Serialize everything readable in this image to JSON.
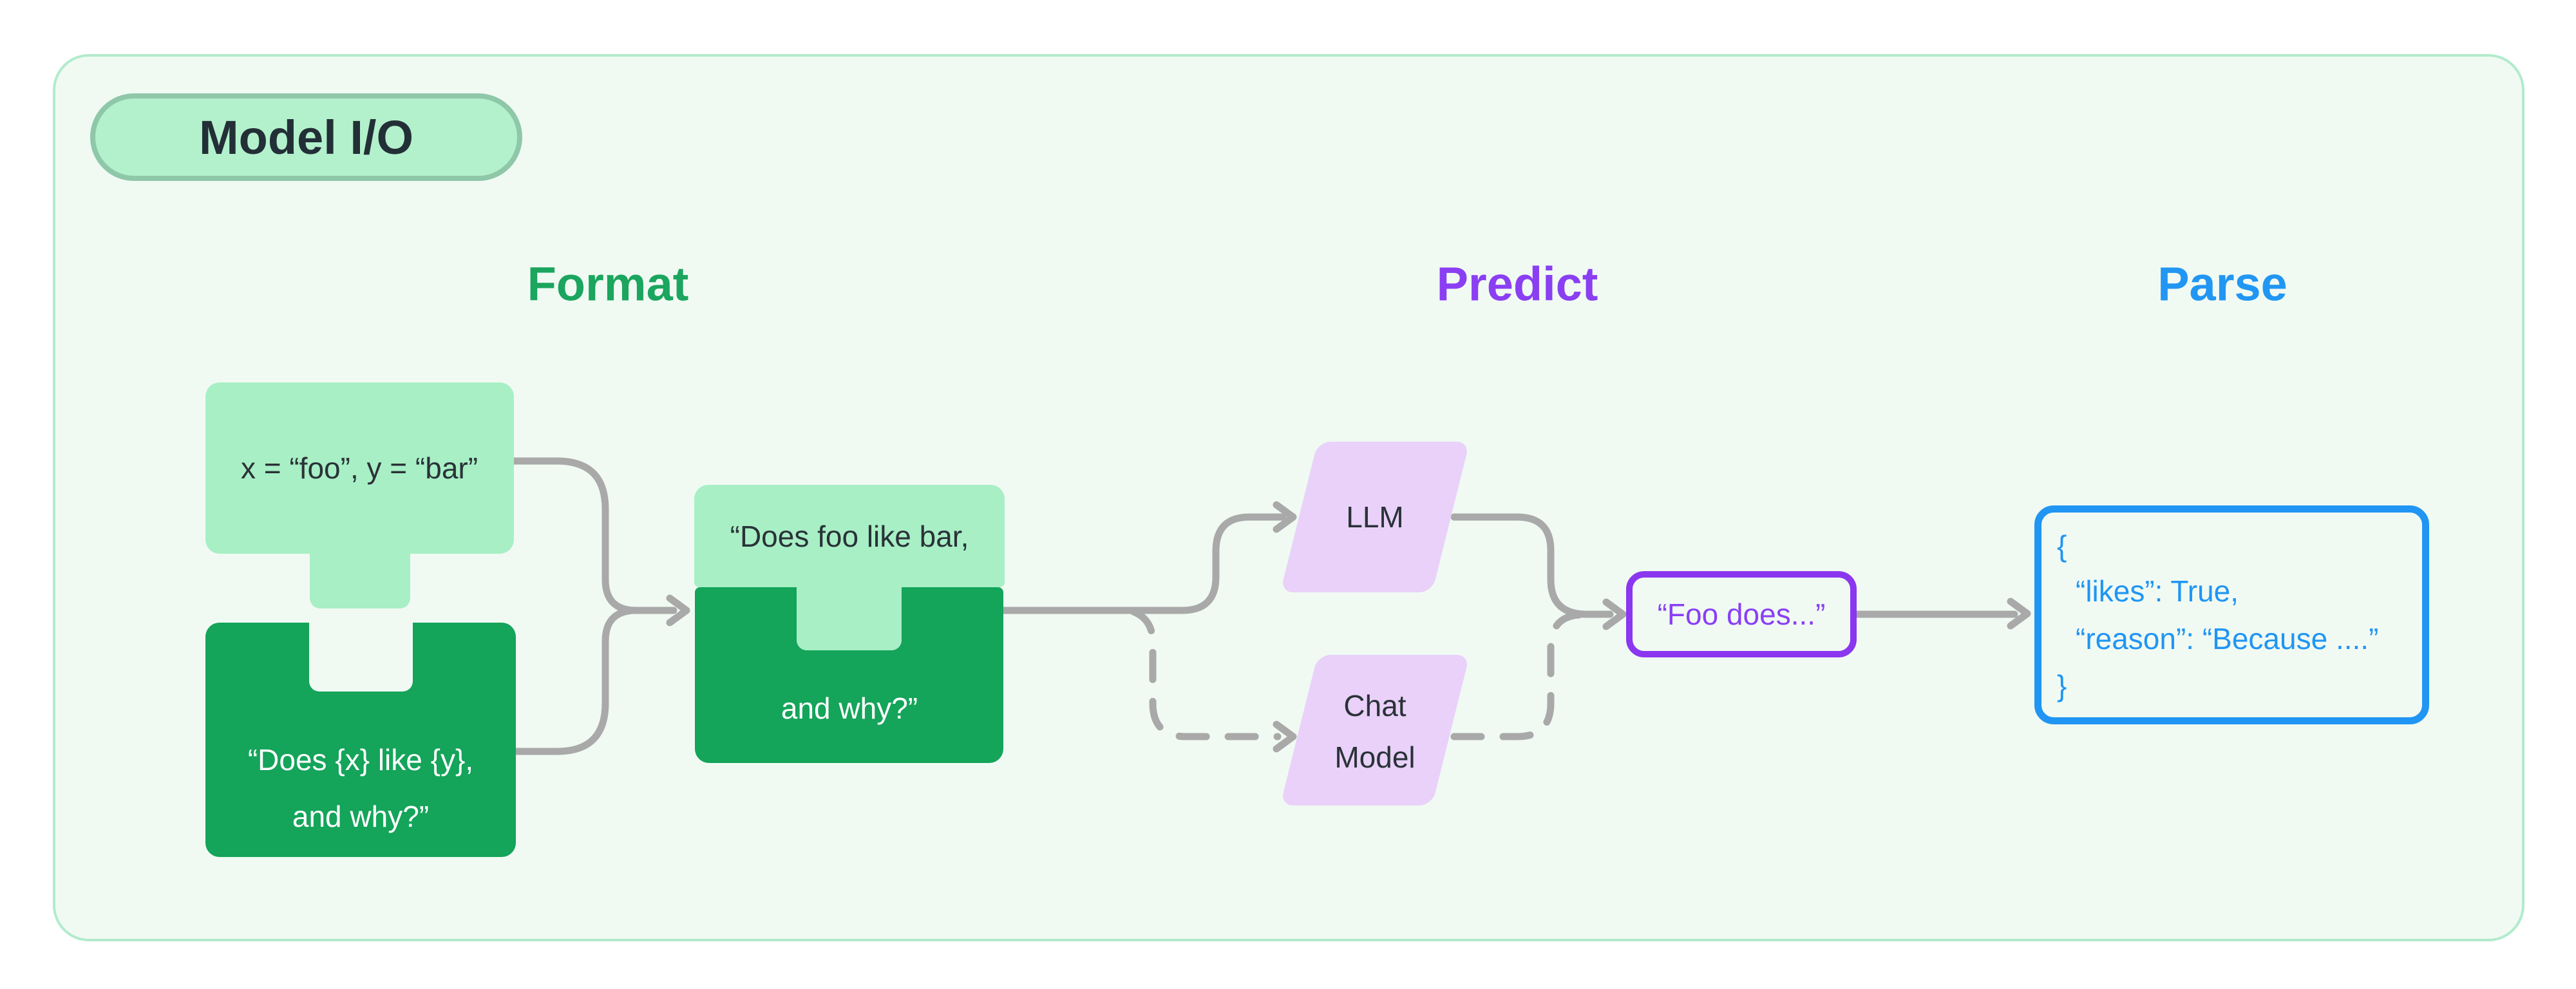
{
  "badge": {
    "label": "Model I/O"
  },
  "headers": [
    {
      "label": "Format"
    },
    {
      "label": "Predict"
    },
    {
      "label": "Parse"
    }
  ],
  "format_stage": {
    "variables_text": "x = “foo”, y = “bar”",
    "template_line1": "“Does {x} like {y},",
    "template_line2": "and why?”",
    "formatted_line1": "“Does foo like bar,",
    "formatted_line2": "and why?”"
  },
  "predict_stage": {
    "llm_label": "LLM",
    "chat_model_label_line1": "Chat",
    "chat_model_label_line2": "Model",
    "model_output_text": "“Foo does...”"
  },
  "parse_stage": {
    "json_open_brace": "{",
    "json_line_likes": "“likes”: True,",
    "json_line_reason": "“reason”: “Because ....”",
    "json_close_brace": "}"
  },
  "colors": {
    "panel_background": "#f0faf3",
    "panel_border": "#b2ebcc",
    "badge_fill": "#b3f1cc",
    "badge_border": "#8fc7a9",
    "light_green_piece": "#a8efc5",
    "dark_green_piece": "#14a45a",
    "format_header_green": "#1ba55e",
    "predict_header_purple": "#8a3ff2",
    "parse_header_blue": "#2196f3",
    "parallelogram_fill": "#e9d1f9",
    "model_output_accent": "#8b37f0",
    "parsed_output_accent": "#2095f3",
    "connector_gray": "#a9a9a9"
  }
}
